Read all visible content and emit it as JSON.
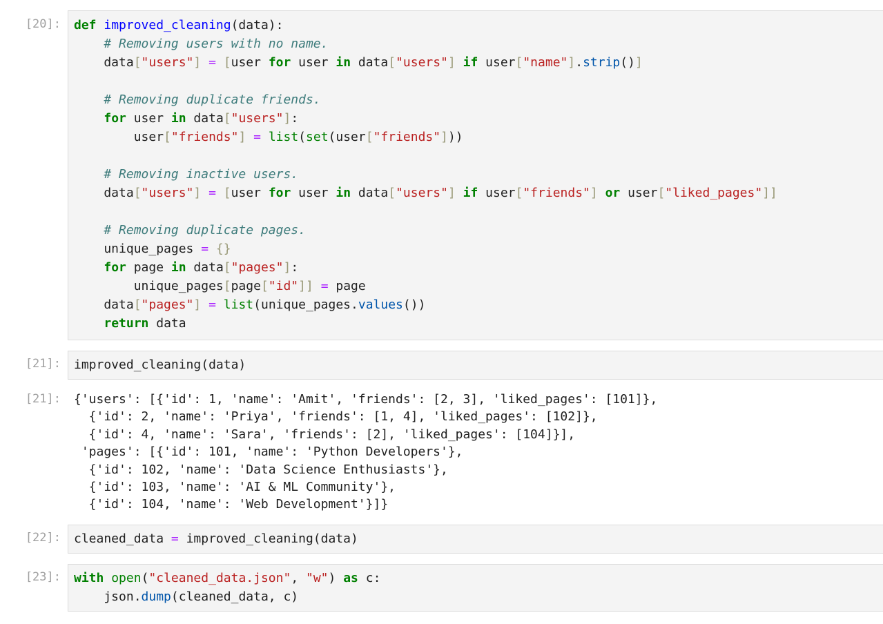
{
  "cells": [
    {
      "prompt": "[20]:",
      "lines": [
        [
          [
            "k",
            "def"
          ],
          [
            "t",
            " "
          ],
          [
            "f",
            "improved_cleaning"
          ],
          [
            "t",
            "(data):"
          ]
        ],
        [
          [
            "t",
            "    "
          ],
          [
            "c",
            "# Removing users with no name."
          ]
        ],
        [
          [
            "t",
            "    data"
          ],
          [
            "p",
            "["
          ],
          [
            "s",
            "\"users\""
          ],
          [
            "p",
            "]"
          ],
          [
            "t",
            " "
          ],
          [
            "o",
            "="
          ],
          [
            "t",
            " "
          ],
          [
            "p",
            "["
          ],
          [
            "t",
            "user "
          ],
          [
            "k",
            "for"
          ],
          [
            "t",
            " user "
          ],
          [
            "k",
            "in"
          ],
          [
            "t",
            " data"
          ],
          [
            "p",
            "["
          ],
          [
            "s",
            "\"users\""
          ],
          [
            "p",
            "]"
          ],
          [
            "t",
            " "
          ],
          [
            "k",
            "if"
          ],
          [
            "t",
            " user"
          ],
          [
            "p",
            "["
          ],
          [
            "s",
            "\"name\""
          ],
          [
            "p",
            "]"
          ],
          [
            "t",
            "."
          ],
          [
            "m",
            "strip"
          ],
          [
            "t",
            "()"
          ],
          [
            "p",
            "]"
          ]
        ],
        [],
        [
          [
            "t",
            "    "
          ],
          [
            "c",
            "# Removing duplicate friends."
          ]
        ],
        [
          [
            "t",
            "    "
          ],
          [
            "k",
            "for"
          ],
          [
            "t",
            " user "
          ],
          [
            "k",
            "in"
          ],
          [
            "t",
            " data"
          ],
          [
            "p",
            "["
          ],
          [
            "s",
            "\"users\""
          ],
          [
            "p",
            "]"
          ],
          [
            "t",
            ":"
          ]
        ],
        [
          [
            "t",
            "        user"
          ],
          [
            "p",
            "["
          ],
          [
            "s",
            "\"friends\""
          ],
          [
            "p",
            "]"
          ],
          [
            "t",
            " "
          ],
          [
            "o",
            "="
          ],
          [
            "t",
            " "
          ],
          [
            "b",
            "list"
          ],
          [
            "t",
            "("
          ],
          [
            "b",
            "set"
          ],
          [
            "t",
            "(user"
          ],
          [
            "p",
            "["
          ],
          [
            "s",
            "\"friends\""
          ],
          [
            "p",
            "]"
          ],
          [
            "t",
            "))"
          ]
        ],
        [],
        [
          [
            "t",
            "    "
          ],
          [
            "c",
            "# Removing inactive users."
          ]
        ],
        [
          [
            "t",
            "    data"
          ],
          [
            "p",
            "["
          ],
          [
            "s",
            "\"users\""
          ],
          [
            "p",
            "]"
          ],
          [
            "t",
            " "
          ],
          [
            "o",
            "="
          ],
          [
            "t",
            " "
          ],
          [
            "p",
            "["
          ],
          [
            "t",
            "user "
          ],
          [
            "k",
            "for"
          ],
          [
            "t",
            " user "
          ],
          [
            "k",
            "in"
          ],
          [
            "t",
            " data"
          ],
          [
            "p",
            "["
          ],
          [
            "s",
            "\"users\""
          ],
          [
            "p",
            "]"
          ],
          [
            "t",
            " "
          ],
          [
            "k",
            "if"
          ],
          [
            "t",
            " user"
          ],
          [
            "p",
            "["
          ],
          [
            "s",
            "\"friends\""
          ],
          [
            "p",
            "]"
          ],
          [
            "t",
            " "
          ],
          [
            "k",
            "or"
          ],
          [
            "t",
            " user"
          ],
          [
            "p",
            "["
          ],
          [
            "s",
            "\"liked_pages\""
          ],
          [
            "p",
            "]]"
          ]
        ],
        [],
        [
          [
            "t",
            "    "
          ],
          [
            "c",
            "# Removing duplicate pages."
          ]
        ],
        [
          [
            "t",
            "    unique_pages "
          ],
          [
            "o",
            "="
          ],
          [
            "t",
            " "
          ],
          [
            "p",
            "{}"
          ]
        ],
        [
          [
            "t",
            "    "
          ],
          [
            "k",
            "for"
          ],
          [
            "t",
            " page "
          ],
          [
            "k",
            "in"
          ],
          [
            "t",
            " data"
          ],
          [
            "p",
            "["
          ],
          [
            "s",
            "\"pages\""
          ],
          [
            "p",
            "]"
          ],
          [
            "t",
            ":"
          ]
        ],
        [
          [
            "t",
            "        unique_pages"
          ],
          [
            "p",
            "["
          ],
          [
            "t",
            "page"
          ],
          [
            "p",
            "["
          ],
          [
            "s",
            "\"id\""
          ],
          [
            "p",
            "]]"
          ],
          [
            "t",
            " "
          ],
          [
            "o",
            "="
          ],
          [
            "t",
            " page"
          ]
        ],
        [
          [
            "t",
            "    data"
          ],
          [
            "p",
            "["
          ],
          [
            "s",
            "\"pages\""
          ],
          [
            "p",
            "]"
          ],
          [
            "t",
            " "
          ],
          [
            "o",
            "="
          ],
          [
            "t",
            " "
          ],
          [
            "b",
            "list"
          ],
          [
            "t",
            "(unique_pages."
          ],
          [
            "m",
            "values"
          ],
          [
            "t",
            "())"
          ]
        ],
        [
          [
            "t",
            "    "
          ],
          [
            "k",
            "return"
          ],
          [
            "t",
            " data"
          ]
        ]
      ]
    },
    {
      "prompt": "[21]:",
      "lines": [
        [
          [
            "t",
            "improved_cleaning(data)"
          ]
        ]
      ]
    },
    {
      "prompt": "[22]:",
      "lines": [
        [
          [
            "t",
            "cleaned_data "
          ],
          [
            "o",
            "="
          ],
          [
            "t",
            " improved_cleaning(data)"
          ]
        ]
      ]
    },
    {
      "prompt": "[23]:",
      "lines": [
        [
          [
            "k",
            "with"
          ],
          [
            "t",
            " "
          ],
          [
            "b",
            "open"
          ],
          [
            "t",
            "("
          ],
          [
            "s",
            "\"cleaned_data.json\""
          ],
          [
            "t",
            ", "
          ],
          [
            "s",
            "\"w\""
          ],
          [
            "t",
            ") "
          ],
          [
            "k",
            "as"
          ],
          [
            "t",
            " c:"
          ]
        ],
        [
          [
            "t",
            "    json."
          ],
          [
            "m",
            "dump"
          ],
          [
            "t",
            "(cleaned_data, c)"
          ]
        ]
      ]
    }
  ],
  "output": {
    "prompt": "[21]:",
    "lines": [
      "{'users': [{'id': 1, 'name': 'Amit', 'friends': [2, 3], 'liked_pages': [101]},",
      "  {'id': 2, 'name': 'Priya', 'friends': [1, 4], 'liked_pages': [102]},",
      "  {'id': 4, 'name': 'Sara', 'friends': [2], 'liked_pages': [104]}],",
      " 'pages': [{'id': 101, 'name': 'Python Developers'},",
      "  {'id': 102, 'name': 'Data Science Enthusiasts'},",
      "  {'id': 103, 'name': 'AI & ML Community'},",
      "  {'id': 104, 'name': 'Web Development'}]}"
    ]
  }
}
